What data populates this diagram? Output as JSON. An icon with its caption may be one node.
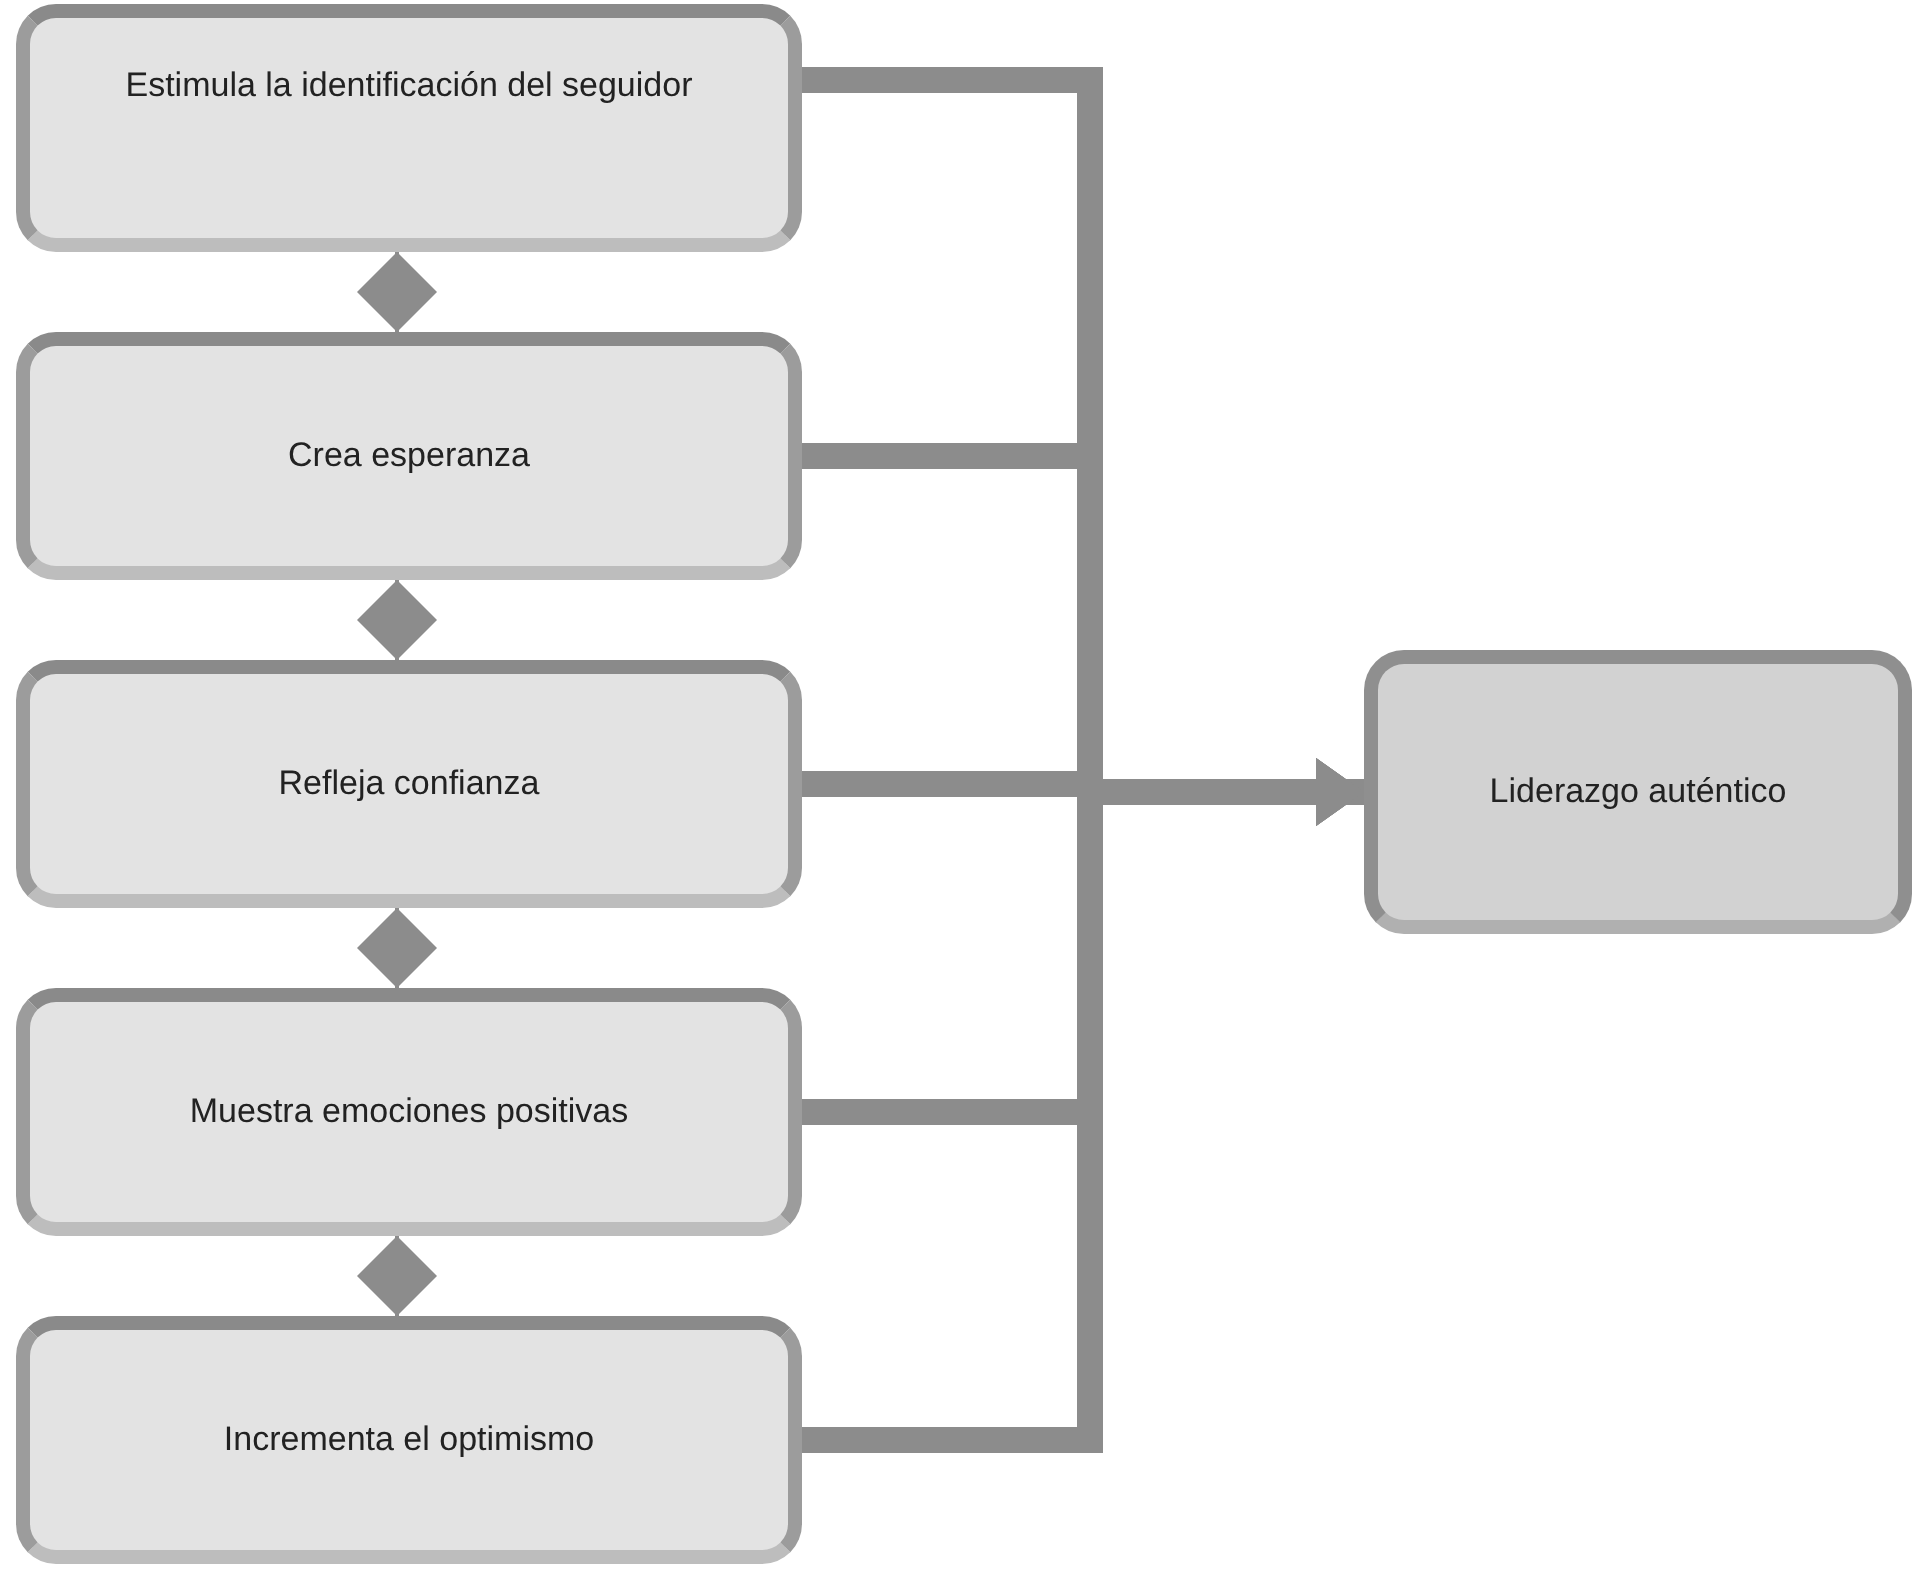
{
  "diagram": {
    "nodes": [
      {
        "text": [
          "Estimula la identificación del seguidor"
        ]
      },
      {
        "text": [
          "Crea esperanza"
        ]
      },
      {
        "text": [
          "Refleja confianza"
        ]
      },
      {
        "text": [
          "Muestra emociones positivas"
        ]
      },
      {
        "text": [
          "Incrementa el optimismo"
        ]
      },
      {
        "text": [
          "Liderazgo auténtico"
        ]
      }
    ],
    "edges": [
      {
        "from": 0,
        "to": 1,
        "arrow": "both"
      },
      {
        "from": 1,
        "to": 2,
        "arrow": "both"
      },
      {
        "from": 2,
        "to": 3,
        "arrow": "both"
      },
      {
        "from": 3,
        "to": 4,
        "arrow": "both"
      },
      {
        "from": 0,
        "to": 5,
        "arrow": "to"
      },
      {
        "from": 1,
        "to": 5,
        "arrow": "to"
      },
      {
        "from": 2,
        "to": 5,
        "arrow": "to"
      },
      {
        "from": 3,
        "to": 5,
        "arrow": "to"
      },
      {
        "from": 4,
        "to": 5,
        "arrow": "to"
      }
    ]
  }
}
